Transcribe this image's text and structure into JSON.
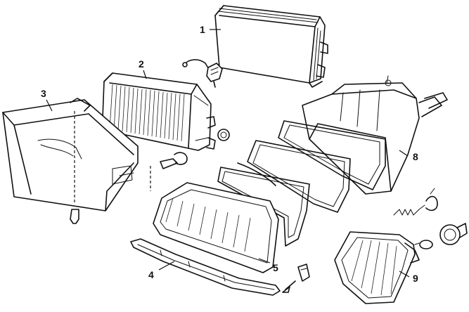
{
  "callouts": [
    {
      "id": "c1",
      "label": "1"
    },
    {
      "id": "c2",
      "label": "2"
    },
    {
      "id": "c3",
      "label": "3"
    },
    {
      "id": "c4",
      "label": "4"
    },
    {
      "id": "c5",
      "label": "5"
    },
    {
      "id": "c8",
      "label": "8"
    },
    {
      "id": "c9",
      "label": "9"
    }
  ]
}
